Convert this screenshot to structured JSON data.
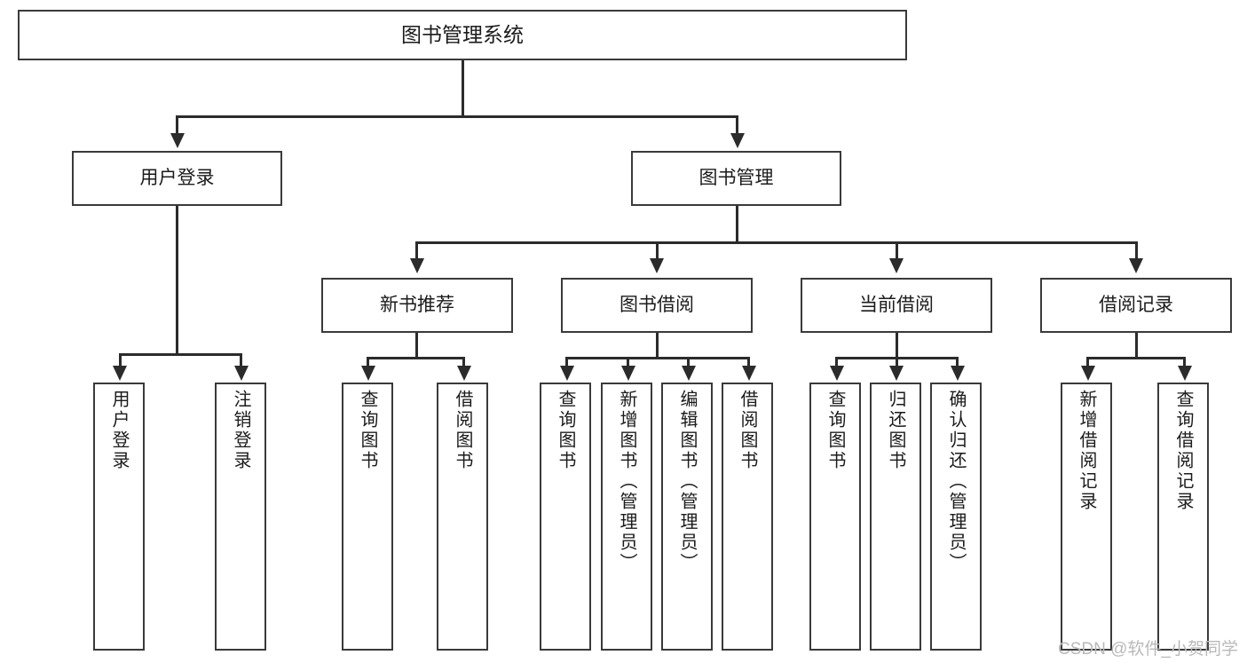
{
  "diagram": {
    "title": "图书管理系统",
    "type": "功能结构图",
    "watermark": "CSDN @软件_小贺同学",
    "root": {
      "id": "root",
      "label": "图书管理系统"
    },
    "level2": [
      {
        "id": "user-login",
        "label": "用户登录"
      },
      {
        "id": "book-manage",
        "label": "图书管理"
      }
    ],
    "level3": [
      {
        "id": "new-book-rec",
        "label": "新书推荐",
        "parent": "book-manage"
      },
      {
        "id": "book-borrow",
        "label": "图书借阅",
        "parent": "book-manage"
      },
      {
        "id": "current-borrow",
        "label": "当前借阅",
        "parent": "book-manage"
      },
      {
        "id": "borrow-record",
        "label": "借阅记录",
        "parent": "book-manage"
      }
    ],
    "leaves": [
      {
        "id": "leaf-user-login",
        "label": "用户登录",
        "parent": "user-login"
      },
      {
        "id": "leaf-user-logout",
        "label": "注销登录",
        "parent": "user-login"
      },
      {
        "id": "leaf-query-book-rec",
        "label": "查询图书",
        "parent": "new-book-rec"
      },
      {
        "id": "leaf-borrow-book-rec",
        "label": "借阅图书",
        "parent": "new-book-rec"
      },
      {
        "id": "leaf-query-book-br",
        "label": "查询图书",
        "parent": "book-borrow"
      },
      {
        "id": "leaf-add-book",
        "label": "新增图书（管理员）",
        "parent": "book-borrow"
      },
      {
        "id": "leaf-edit-book",
        "label": "编辑图书（管理员）",
        "parent": "book-borrow"
      },
      {
        "id": "leaf-borrow-book",
        "label": "借阅图书",
        "parent": "book-borrow"
      },
      {
        "id": "leaf-query-book-cb",
        "label": "查询图书",
        "parent": "current-borrow"
      },
      {
        "id": "leaf-return-book",
        "label": "归还图书",
        "parent": "current-borrow"
      },
      {
        "id": "leaf-confirm-return",
        "label": "确认归还（管理员）",
        "parent": "current-borrow"
      },
      {
        "id": "leaf-add-record",
        "label": "新增借阅记录",
        "parent": "borrow-record"
      },
      {
        "id": "leaf-query-record",
        "label": "查询借阅记录",
        "parent": "borrow-record"
      }
    ]
  }
}
